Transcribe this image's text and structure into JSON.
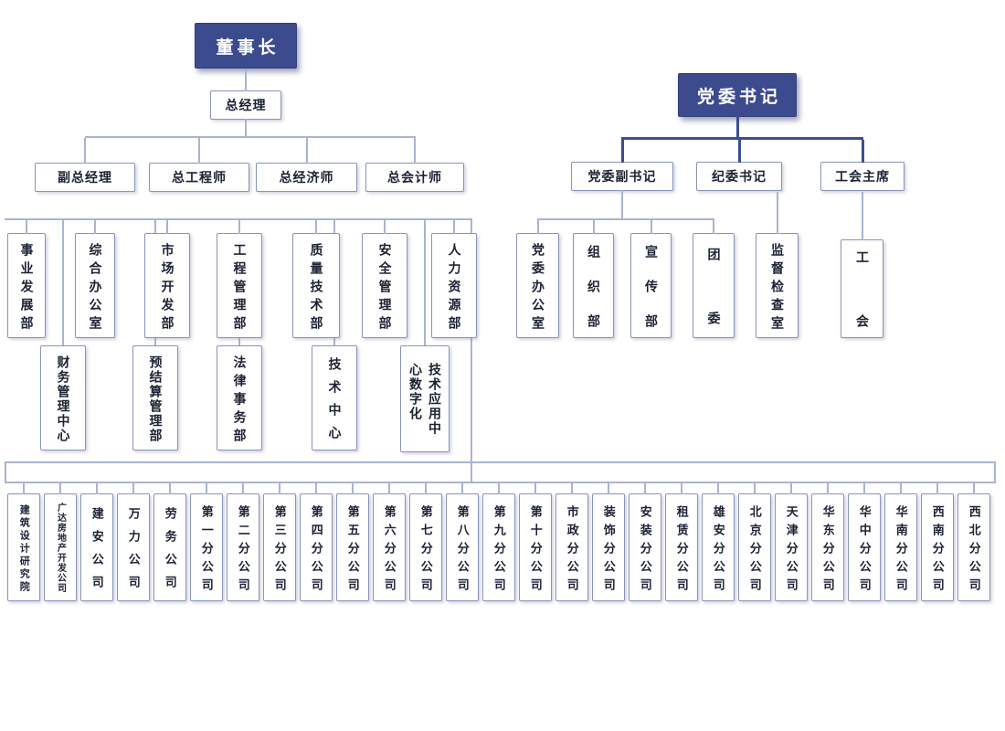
{
  "org": {
    "chairman": "董事长",
    "general_manager": "总经理",
    "executives": [
      "副总经理",
      "总工程师",
      "总经济师",
      "总会计师"
    ],
    "departments": [
      "事业发展部",
      "综合办公室",
      "市场开发部",
      "工程管理部",
      "质量技术部",
      "安全管理部",
      "人力资源部"
    ],
    "sub_departments": [
      "财务管理中心",
      "预结算管理部",
      "法律事务部",
      "技术中心",
      "技术应用中心数字化"
    ],
    "party_secretary": "党委书记",
    "party_leaders": [
      "党委副书记",
      "纪委书记",
      "工会主席"
    ],
    "party_departments": [
      "党委办公室",
      "组织部",
      "宣传部",
      "团委",
      "监督检查室",
      "工会"
    ],
    "subsidiaries": [
      "建筑设计研究院",
      "广达房地产开发公司",
      "建安公司",
      "万力公司",
      "劳务公司",
      "第一分公司",
      "第二分公司",
      "第三分公司",
      "第四分公司",
      "第五分公司",
      "第六分公司",
      "第七分公司",
      "第八分公司",
      "第九分公司",
      "第十分公司",
      "市政分公司",
      "装饰分公司",
      "安装分公司",
      "租赁分公司",
      "雄安分公司",
      "北京分公司",
      "天津分公司",
      "华东分公司",
      "华中分公司",
      "华南分公司",
      "西南分公司",
      "西北分公司"
    ]
  },
  "colors": {
    "accent": "#3c4b8e",
    "box_border": "#8a93b8",
    "line": "#aab3cf",
    "thick_line": "#3e4d91",
    "text": "#1c2233"
  }
}
